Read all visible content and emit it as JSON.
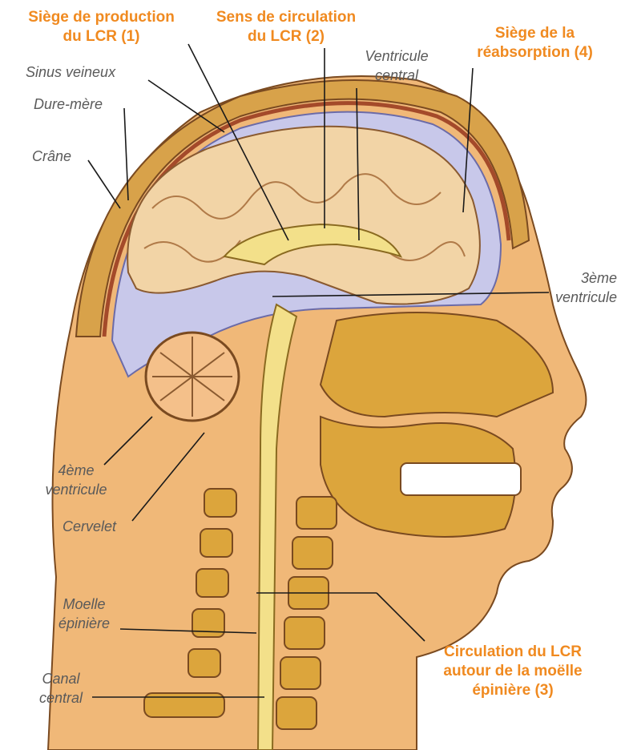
{
  "colors": {
    "accent_label": "#f08a20",
    "plain_label": "#5a5a5a",
    "skin": "#f0b878",
    "bone": "#dca53c",
    "brain": "#f2d4a6",
    "csf": "#c8c8ea",
    "dura": "#a44a2a",
    "cerebellum": "#f4c08a"
  },
  "labels": {
    "production_1": "Siège de production",
    "production_2": "du LCR (1)",
    "circulation_1": "Sens de circulation",
    "circulation_2": "du LCR (2)",
    "reabsorption_1": "Siège de la",
    "reabsorption_2": "réabsorption (4)",
    "sinus": "Sinus veineux",
    "dure_mere": "Dure-mère",
    "crane": "Crâne",
    "ventricule_central_1": "Ventricule",
    "ventricule_central_2": "central",
    "ventricule_3_1": "3ème",
    "ventricule_3_2": "ventricule",
    "ventricule_4_1": "4ème",
    "ventricule_4_2": "ventricule",
    "cervelet": "Cervelet",
    "moelle_1": "Moelle",
    "moelle_2": "épinière",
    "canal_1": "Canal",
    "canal_2": "central",
    "autour_1": "Circulation du LCR",
    "autour_2": "autour de la moëlle",
    "autour_3": "épinière (3)"
  }
}
